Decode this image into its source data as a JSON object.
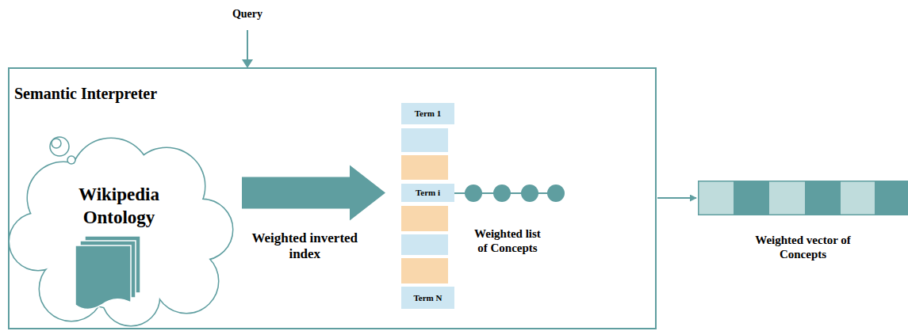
{
  "diagram": {
    "nodes": [
      {
        "text": [
          "Semantic Interpreter"
        ]
      },
      {
        "text": [
          "Wikipedia Ontology"
        ],
        "in": 0
      },
      {
        "text": [
          "Term 1"
        ],
        "in": 0
      },
      {
        "text": [
          "Term i"
        ],
        "in": 0
      },
      {
        "text": [
          "Term N"
        ],
        "in": 0
      },
      {
        "text": [
          "Weighted vector of Concepts"
        ]
      }
    ],
    "edges": [
      {
        "from": 1,
        "to": 3,
        "label": "Weighted inverted index",
        "arrow": "to"
      },
      {
        "from": 0,
        "to": 5,
        "arrow": "to"
      }
    ],
    "labels": [
      "Query",
      "Weighted list of Concepts"
    ]
  }
}
